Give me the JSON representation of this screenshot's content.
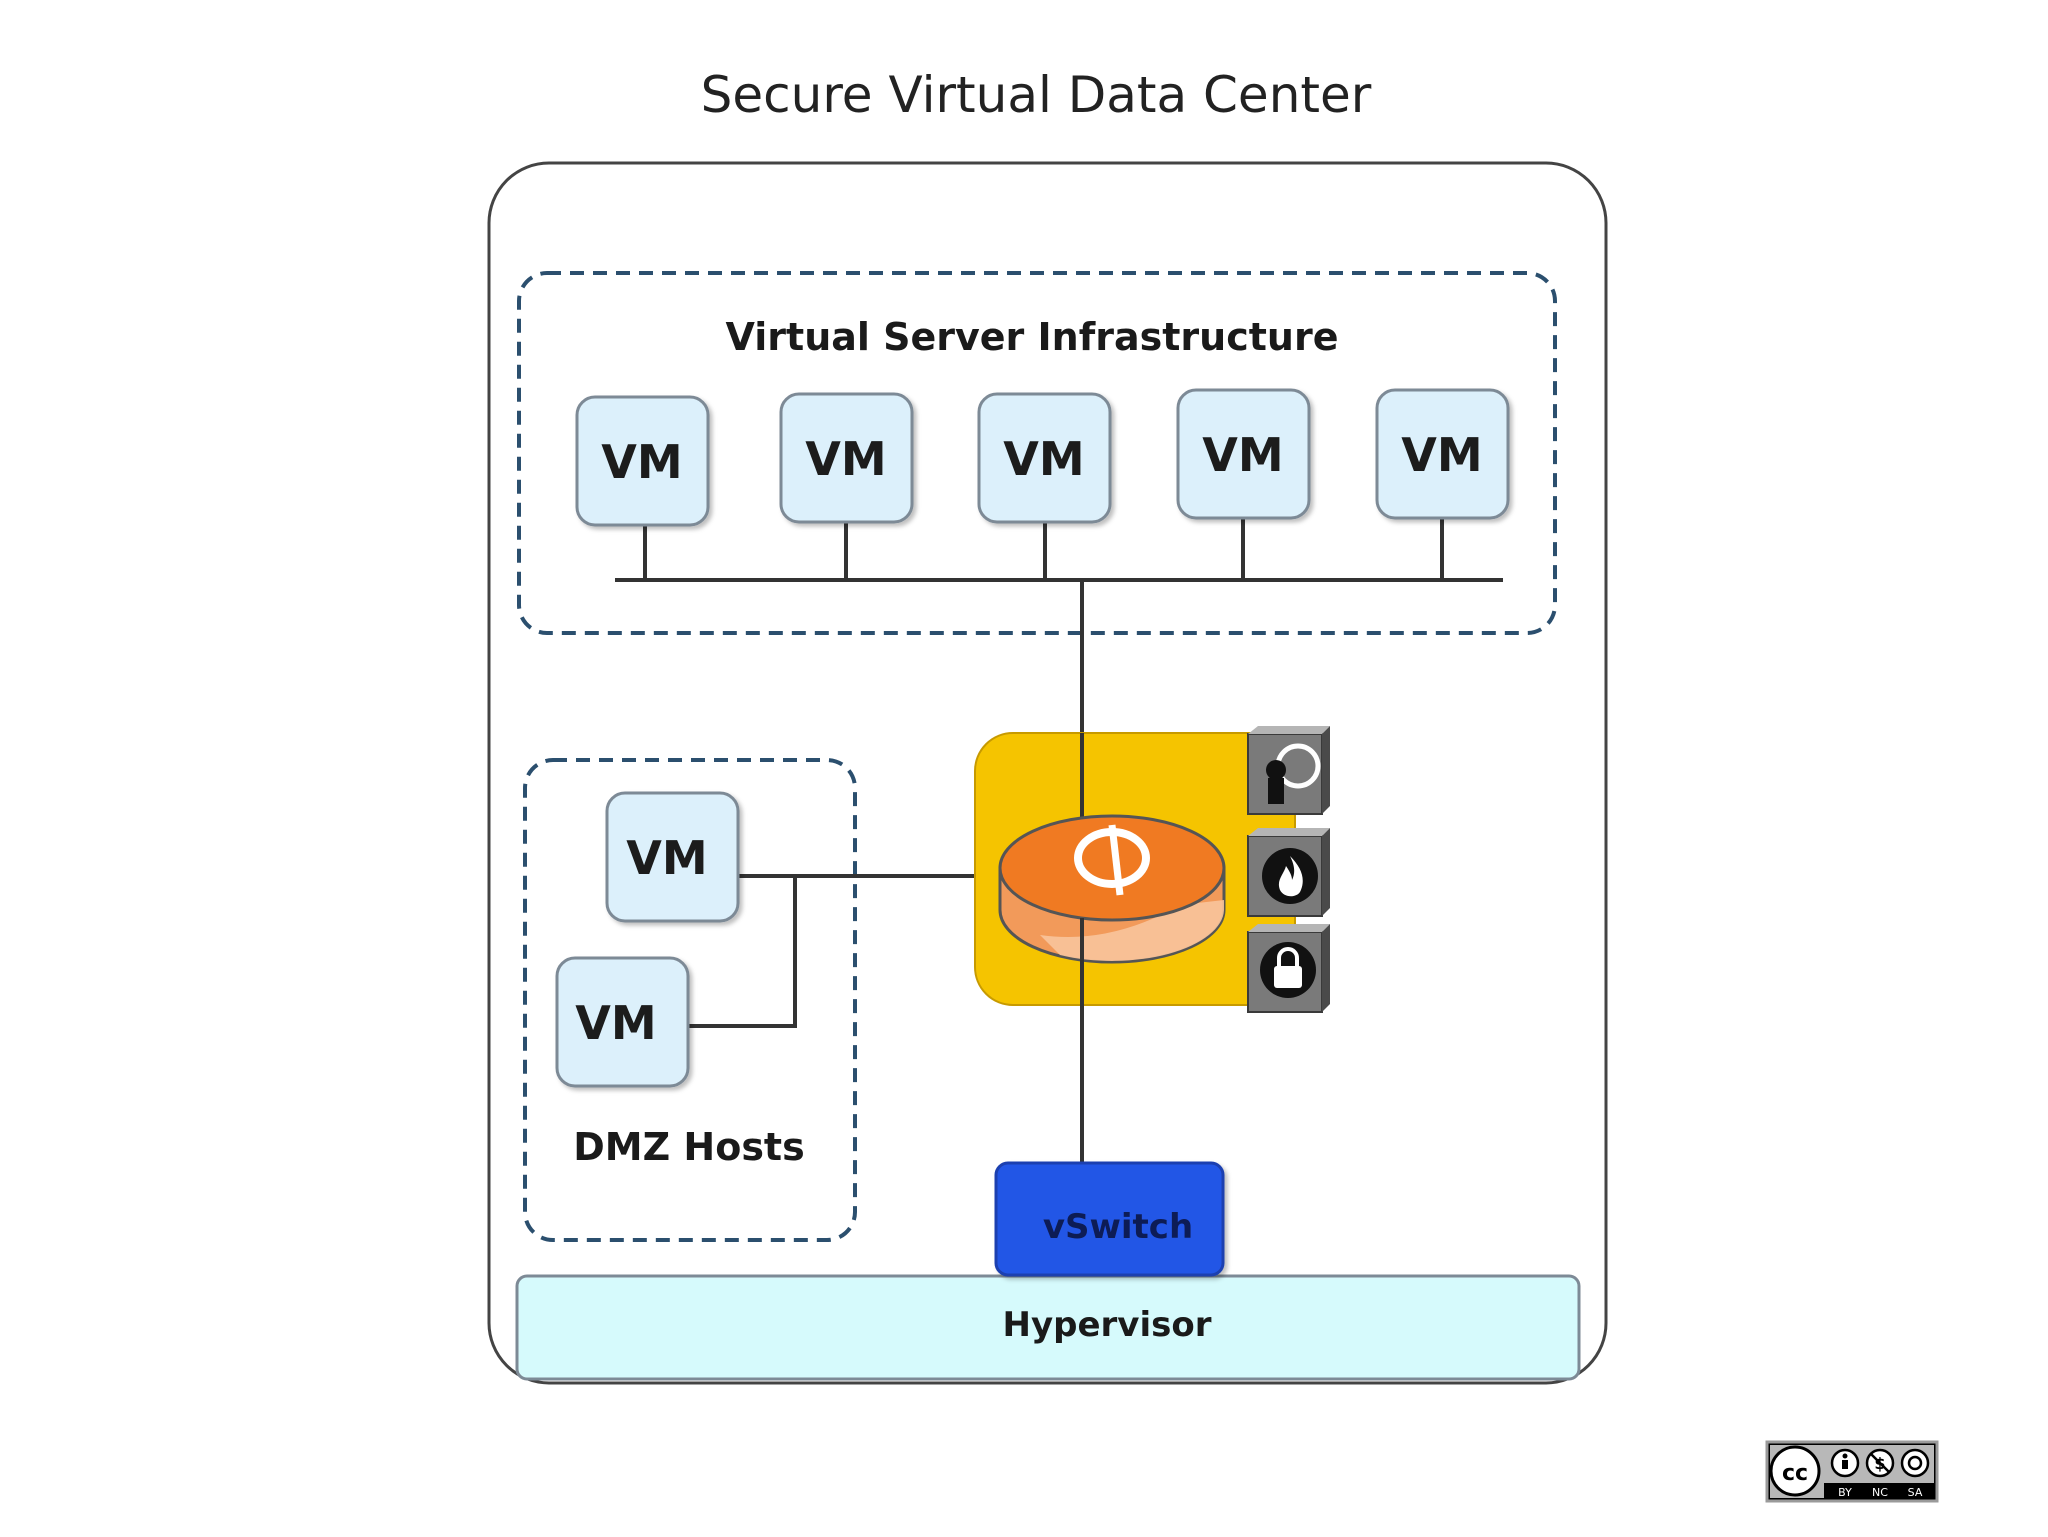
{
  "title": "Secure Virtual Data Center",
  "virtual_server_infrastructure": {
    "label": "Virtual Server Infrastructure",
    "vms": [
      "VM",
      "VM",
      "VM",
      "VM",
      "VM"
    ]
  },
  "dmz": {
    "label": "DMZ Hosts",
    "vms": [
      "VM",
      "VM"
    ]
  },
  "security_appliance": {
    "icons": [
      "intrusion-detection-icon",
      "firewall-icon",
      "lock-icon"
    ]
  },
  "vswitch": {
    "label": "vSwitch"
  },
  "hypervisor": {
    "label": "Hypervisor"
  },
  "license": {
    "badge_icons": [
      "cc-icon",
      "by-icon",
      "nc-icon",
      "sa-icon"
    ],
    "terms": [
      "BY",
      "NC",
      "SA"
    ]
  },
  "colors": {
    "vm_fill": "#dcf0fb",
    "vm_stroke": "#7d8a96",
    "dashed_border": "#2b4f6e",
    "appliance_fill": "#f5c400",
    "router_fill": "#f07a22",
    "vswitch_fill": "#2457e6",
    "hypervisor_fill": "#d6fafc"
  }
}
